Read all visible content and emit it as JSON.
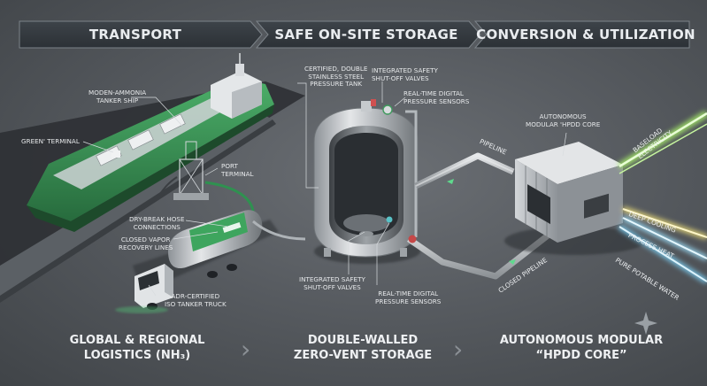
{
  "header": {
    "transport": "TRANSPORT",
    "storage": "SAFE ON-SITE STORAGE",
    "conversion": "CONVERSION & UTILIZATION"
  },
  "transport": {
    "ship_label": "MODEN-AMMONIA\nTANKER SHIP",
    "terminal_label": "GREEN' TERMINAL",
    "port_label": "PORT\nTERMINAL",
    "hose_label": "DRY-BREAK HOSE\nCONNECTIONS",
    "vapor_label": "CLOSED VAPOR\nRECOVERY LINES",
    "truck_label": "ADR-CERTIFIED\nISO TANKER TRUCK"
  },
  "storage": {
    "tank_label": "CERTIFIED, DOUBLE\nSTAINLESS STEEL\nPRESSURE TANK",
    "valves_top_label": "INTEGRATED SAFETY\nSHUT-OFF VALVES",
    "sensors_top_label": "REAL-TIME DIGITAL\nPRESSURE SENSORS",
    "valves_bottom_label": "INTEGRATED SAFETY\nSHUT-OFF VALVES",
    "sensors_bottom_label": "REAL-TIME DIGITAL\nPRESSURE SENSORS"
  },
  "conversion": {
    "pipeline_label": "PIPELINE",
    "core_label": "AUTONOMOUS\nMODULAR 'HPDD CORE",
    "closed_pipeline_label": "CLOSED PIPELINE",
    "outputs": [
      "BASELOAD\nELECTRICITY",
      "DEEP COOLING",
      "PROCESS HEAT",
      "PURE POTABLE WATER"
    ]
  },
  "captions": {
    "transport": "GLOBAL & REGIONAL\nLOGISTICS (NH₃)",
    "storage": "DOUBLE-WALLED\nZERO-VENT STORAGE",
    "conversion": "AUTONOMOUS MODULAR\n“HPDD CORE”"
  },
  "colors": {
    "ship_green": "#3fa15f",
    "electricity": "#a8f06a",
    "cooling": "#f2e27a",
    "heat": "#9fe3ff",
    "water": "#7fd8ff"
  }
}
